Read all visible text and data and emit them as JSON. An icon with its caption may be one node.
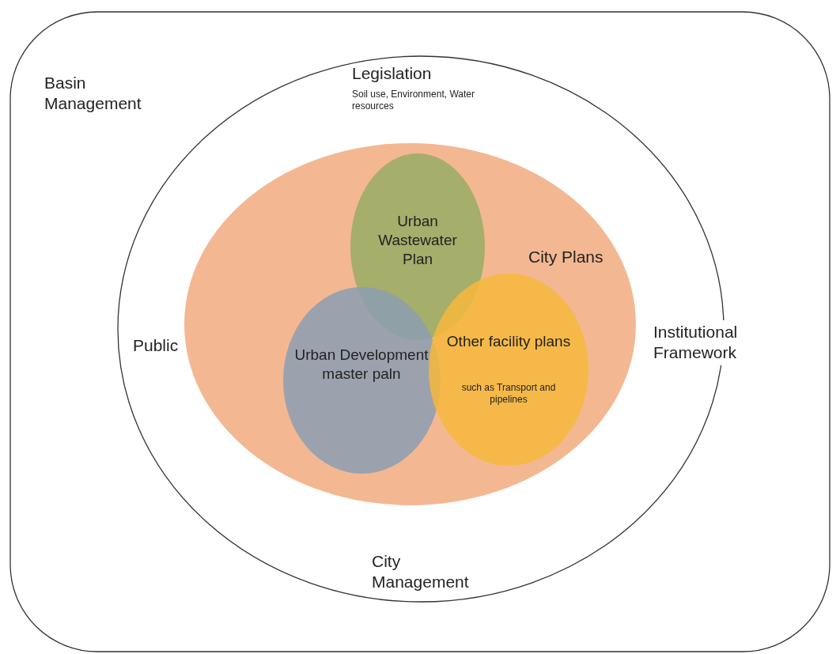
{
  "diagram": {
    "nodes": [
      {
        "text": [
          "Basin Management"
        ]
      },
      {
        "text": [
          "Legislation",
          "Soil use, Environment, Water resources",
          "Public",
          "Institutional Framework",
          "City Management"
        ],
        "in": 0
      },
      {
        "text": [
          "City Plans"
        ],
        "in": 1
      },
      {
        "text": [
          "Urban Wastewater Plan"
        ],
        "in": 2
      },
      {
        "text": [
          "Urban Development master paln"
        ],
        "in": 2
      },
      {
        "text": [
          "Other facility plans",
          "such as Transport and pipelines"
        ],
        "in": 2
      }
    ]
  }
}
